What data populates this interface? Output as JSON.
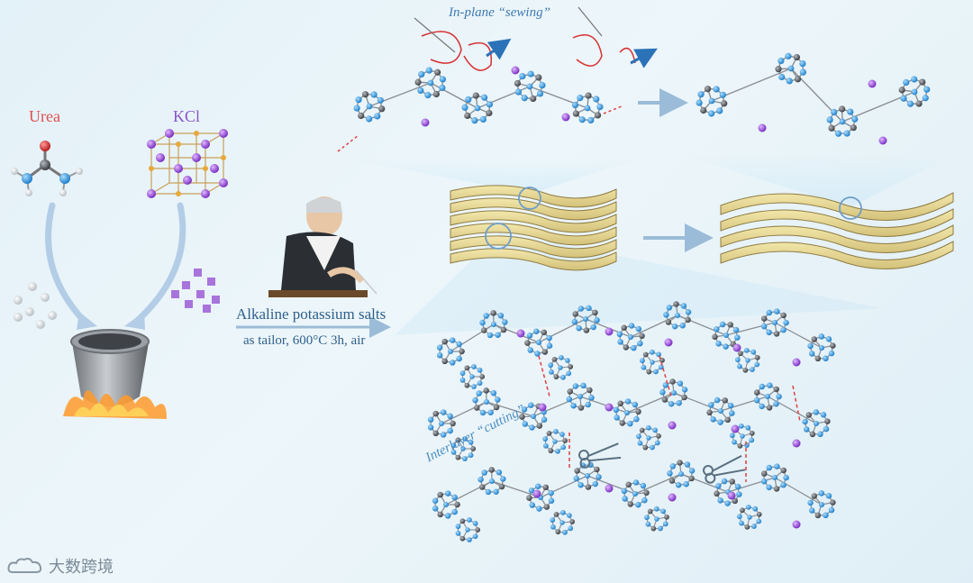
{
  "labels": {
    "urea": "Urea",
    "kcl": "KCl",
    "sewing": "In-plane “sewing”",
    "condition_line1": "Alkaline  potassium salts",
    "condition_line2": "as tailor,  600°C 3h,  air",
    "cutting": "Interlayer “cutting”"
  },
  "watermark": {
    "text": "大数跨境",
    "icon": "cloud-logo-icon"
  },
  "colors": {
    "nitrogen": "#3a9de2",
    "carbon": "#55595e",
    "hydrogen": "#f0f0f0",
    "oxygen": "#d83a3a",
    "potassium": "#9b4fd8",
    "sheet": "#e8d98f",
    "arrow": "#9bbcd8",
    "flame": "#ff8a1e"
  }
}
